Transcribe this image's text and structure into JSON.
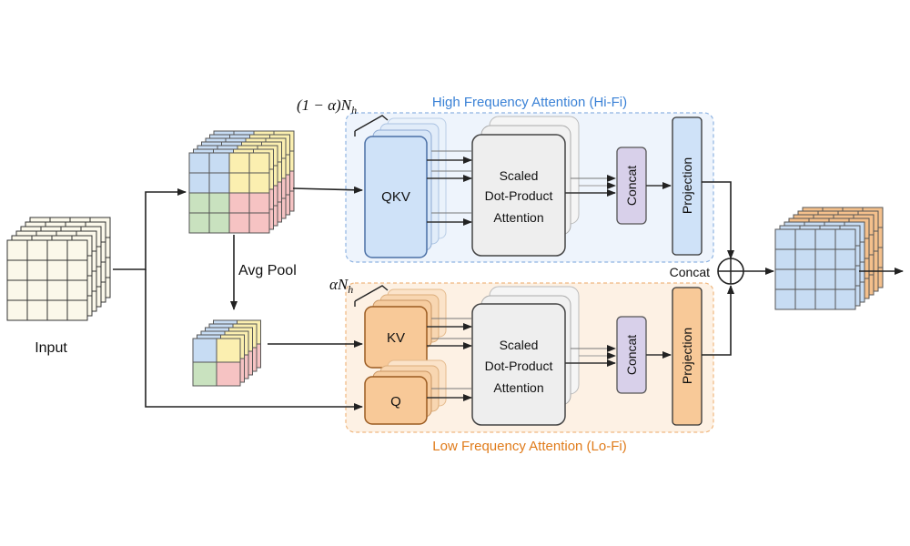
{
  "colors": {
    "hifi_title": "#3b82d6",
    "lofi_title": "#e07b1a",
    "hifi_region_fill": "#eef4fc",
    "hifi_region_stroke": "#8fb4e2",
    "lofi_region_fill": "#fdf1e4",
    "lofi_region_stroke": "#f0b880",
    "blue_fill": "#cfe2f8",
    "blue_stroke": "#4a6fa5",
    "orange_fill": "#f8c998",
    "orange_stroke": "#9a5a20",
    "gray_fill": "#eeeeee",
    "purple_fill": "#d8d0ea",
    "cell_cream": "#fbf8ea",
    "cell_blue": "#c7dcf3",
    "cell_yellow": "#fbefb0",
    "cell_green": "#c9e2bf",
    "cell_red": "#f6c3c3",
    "cell_orange": "#f4c08c"
  },
  "labels": {
    "input": "Input",
    "avg_pool": "Avg Pool",
    "hifi_title": "High Frequency Attention (Hi-Fi)",
    "lofi_title": "Low Frequency Attention (Lo-Fi)",
    "hifi_heads": "(1 − α)N",
    "hifi_heads_sub": "h",
    "lofi_heads": "αN",
    "lofi_heads_sub": "h",
    "qkv": "QKV",
    "kv": "KV",
    "q": "Q",
    "sdpa_line1": "Scaled",
    "sdpa_line2": "Dot-Product",
    "sdpa_line3": "Attention",
    "concat_box": "Concat",
    "projection": "Projection",
    "concat_merge": "Concat"
  }
}
